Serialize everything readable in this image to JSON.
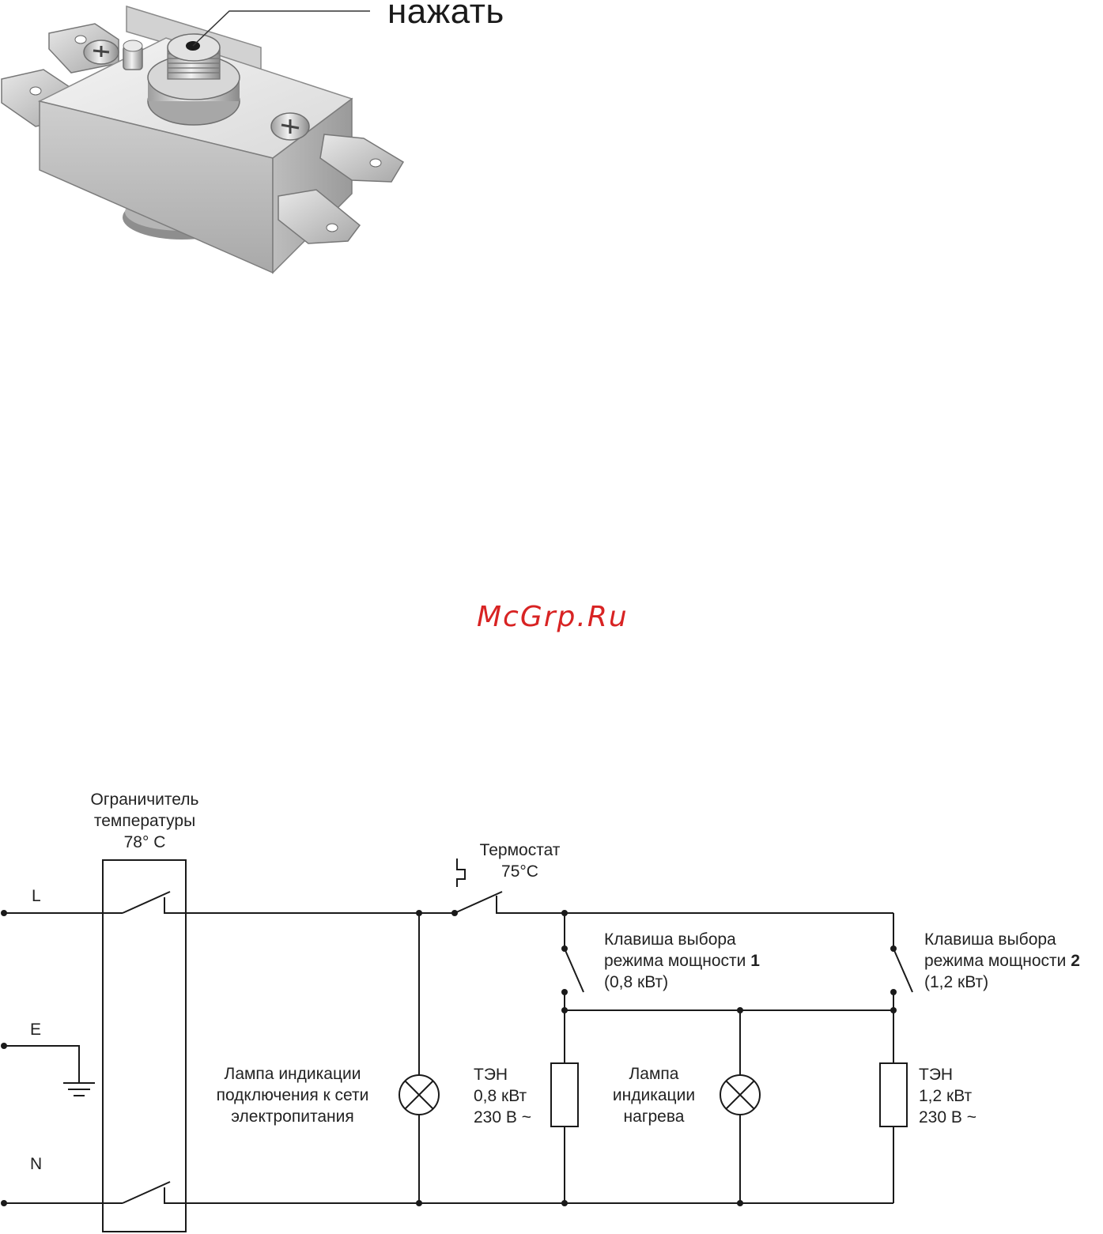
{
  "photo": {
    "callout_label": "нажать"
  },
  "watermark": {
    "text": "McGrp.Ru",
    "color": "#d82323"
  },
  "schematic": {
    "terminals": {
      "line": "L",
      "earth": "E",
      "neutral": "N"
    },
    "temp_limiter": {
      "line1": "Ограничитель",
      "line2": "температуры",
      "line3": "78° С"
    },
    "thermostat": {
      "line1": "Термостат",
      "line2": "75°С"
    },
    "power_switch_1": {
      "line1": "Клавиша выбора",
      "line2_prefix": "режима мощности ",
      "line2_number": "1",
      "line3": "(0,8 кВт)"
    },
    "power_switch_2": {
      "line1": "Клавиша выбора",
      "line2_prefix": "режима мощности ",
      "line2_number": "2",
      "line3": "(1,2 кВт)"
    },
    "mains_lamp": {
      "line1": "Лампа индикации",
      "line2": "подключения к сети",
      "line3": "электропитания"
    },
    "heater_1": {
      "line1": "ТЭН",
      "line2": "0,8 кВт",
      "line3": "230 В ~"
    },
    "heating_lamp": {
      "line1": "Лампа",
      "line2": "индикации",
      "line3": "нагрева"
    },
    "heater_2": {
      "line1": "ТЭН",
      "line2": "1,2 кВт",
      "line3": "230 В ~"
    }
  }
}
